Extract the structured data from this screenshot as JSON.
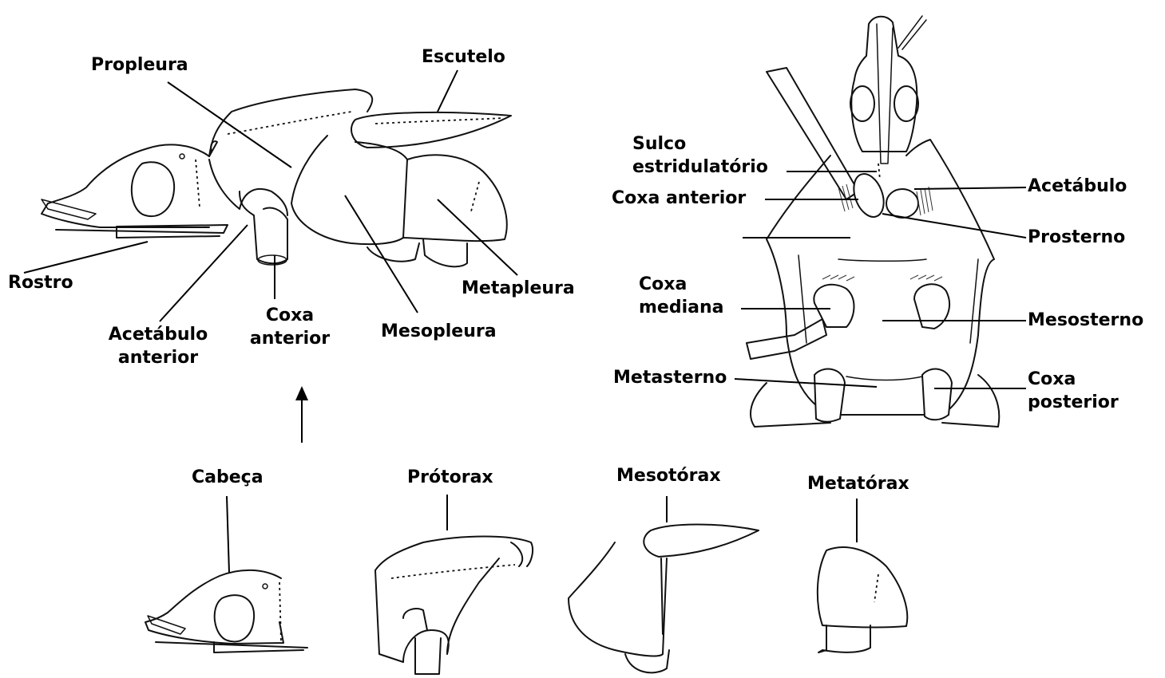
{
  "lateral_view": {
    "propleura": "Propleura",
    "escutelo": "Escutelo",
    "rostro": "Rostro",
    "acetabulo_anterior": [
      "Acetábulo",
      "anterior"
    ],
    "coxa_anterior": [
      "Coxa",
      "anterior"
    ],
    "mesopleura": "Mesopleura",
    "metapleura": "Metapleura"
  },
  "ventral_view": {
    "sulco": [
      "Sulco",
      "estridulatório"
    ],
    "coxa_anterior": "Coxa anterior",
    "acetabulo": "Acetábulo",
    "prosterno": "Prosterno",
    "coxa_mediana": [
      "Coxa",
      "mediana"
    ],
    "mesosterno": "Mesosterno",
    "metasterno": "Metasterno",
    "coxa_posterior": [
      "Coxa",
      "posterior"
    ]
  },
  "segments": {
    "cabeca": "Cabeça",
    "protorax": "Prótorax",
    "mesotorax": "Mesotórax",
    "metatorax": "Metatórax"
  }
}
